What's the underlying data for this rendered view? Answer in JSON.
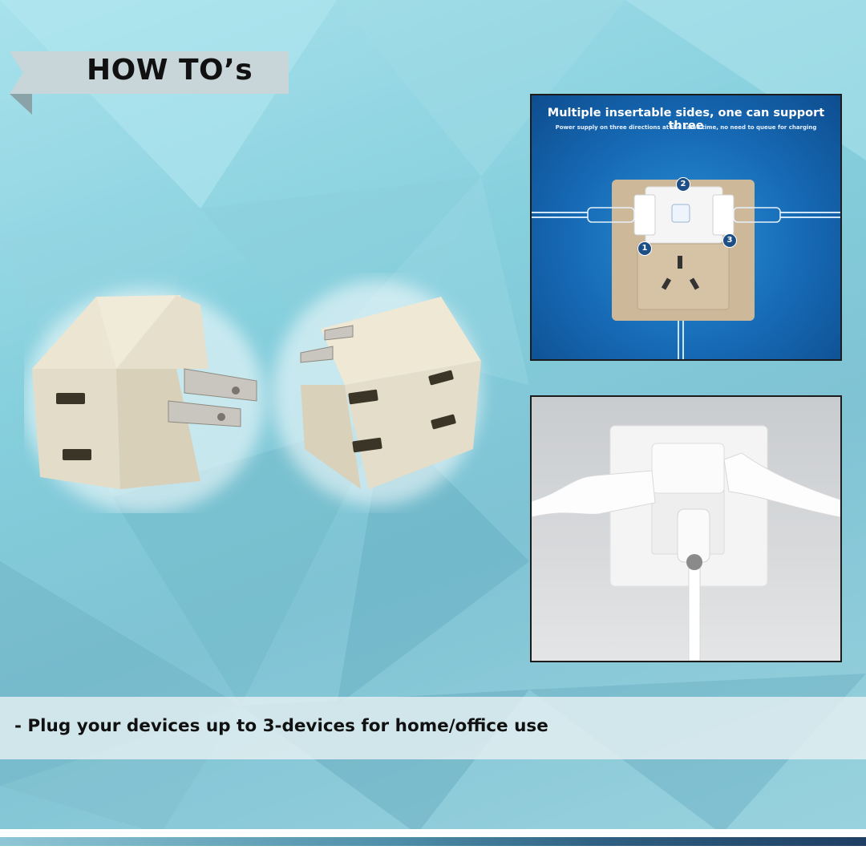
{
  "header": {
    "title": "HOW TO’s"
  },
  "panel_top": {
    "title": "Multiple insertable sides, one can support three",
    "subtitle": "Power supply on three directions at the same time, no need to queue for charging",
    "markers": [
      "1",
      "2",
      "3"
    ]
  },
  "panel_bottom": {
    "image": "adapter-plugged-into-wall-outlet"
  },
  "products": {
    "image": "two-beige-three-way-outlet-adapters"
  },
  "caption": {
    "text": "- Plug your devices up to 3-devices for home/office use"
  },
  "colors": {
    "accent_blue": "#1669b4",
    "banner": "#c8d6d9",
    "adapter": "#e6dfcb"
  }
}
